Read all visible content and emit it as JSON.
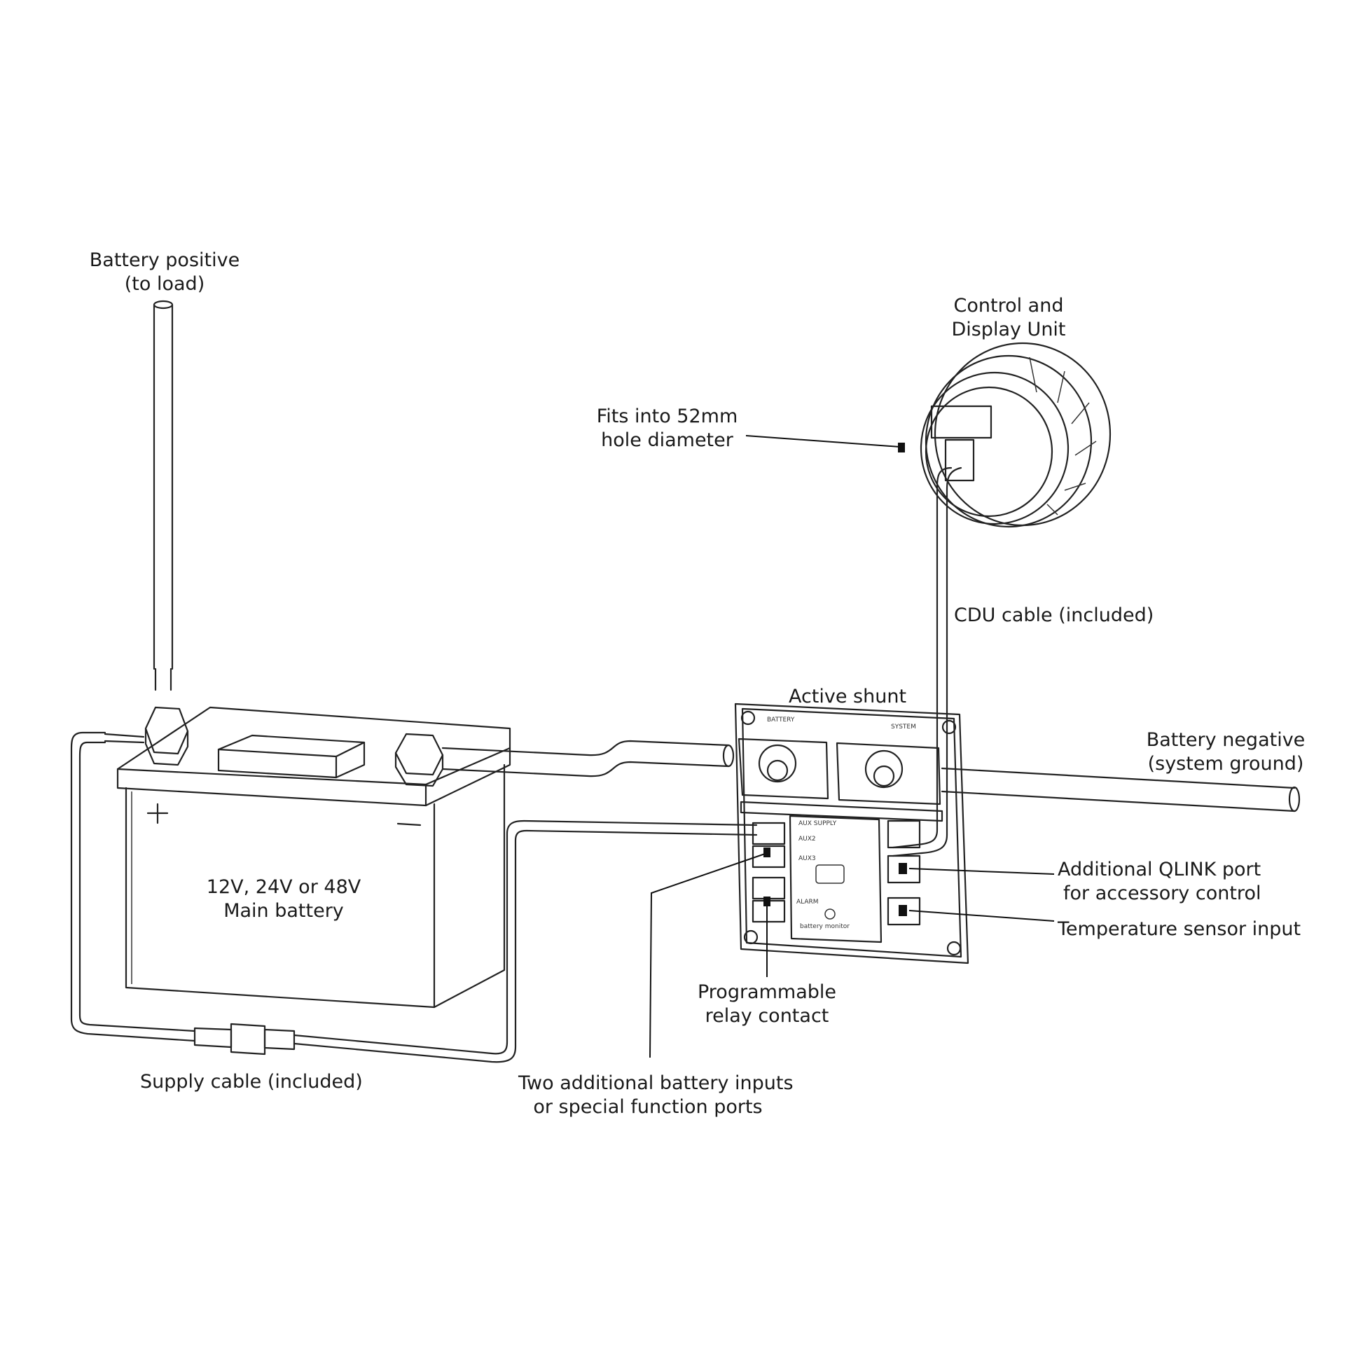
{
  "labels": {
    "battery_positive": [
      "Battery positive",
      "(to load)"
    ],
    "control_display_unit": [
      "Control and",
      "Display Unit"
    ],
    "fits_hole": [
      "Fits into 52mm",
      "hole diameter"
    ],
    "cdu_cable": "CDU cable (included)",
    "active_shunt": "Active shunt",
    "battery_negative": [
      "Battery negative",
      "(system ground)"
    ],
    "main_battery": [
      "12V, 24V or 48V",
      "Main battery"
    ],
    "additional_qlink": [
      "Additional QLINK port",
      "for accessory control"
    ],
    "temperature_sensor": "Temperature sensor input",
    "programmable_relay": [
      "Programmable",
      "relay contact"
    ],
    "supply_cable": "Supply cable (included)",
    "two_additional": [
      "Two additional battery inputs",
      "or special function ports"
    ]
  }
}
